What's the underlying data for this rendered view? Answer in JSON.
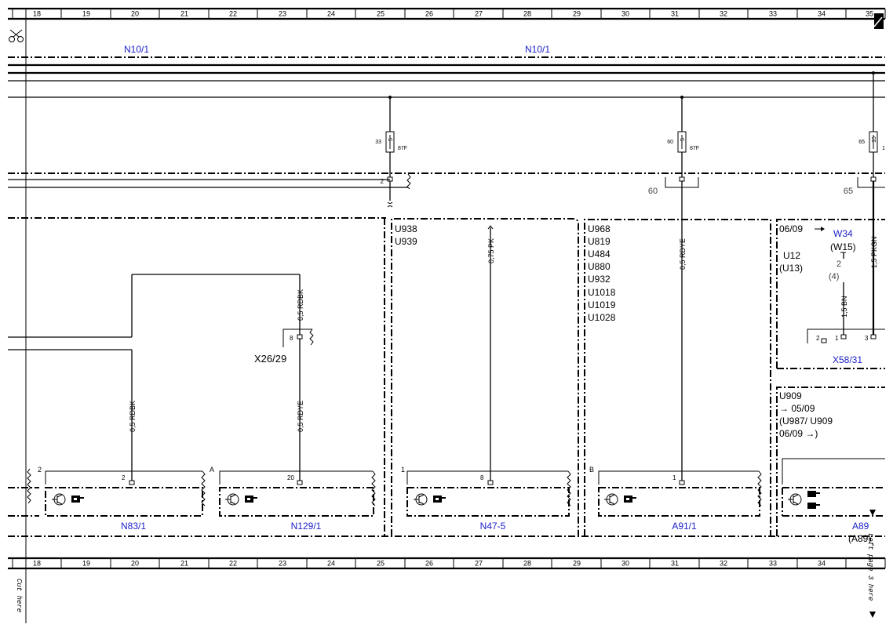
{
  "ruler": {
    "columns": [
      "18",
      "19",
      "20",
      "21",
      "22",
      "23",
      "24",
      "25",
      "26",
      "27",
      "28",
      "29",
      "30",
      "31",
      "32",
      "33",
      "34",
      "35"
    ]
  },
  "margin": {
    "cut_here_left": "Cut here",
    "cut_here_right": "Left page 3 here"
  },
  "bus_labels": {
    "left": "N10/1",
    "right": "N10/1"
  },
  "fuses": [
    {
      "num": "33",
      "rating": "5",
      "term": "87F"
    },
    {
      "num": "60",
      "rating": "5",
      "term": "87F"
    },
    {
      "num": "65",
      "rating": "15",
      "term": "1"
    }
  ],
  "splices": {
    "pin_2": "2",
    "ref_60": "60",
    "ref_65": "65"
  },
  "codes": {
    "left": [
      "U938",
      "U939"
    ],
    "middle": [
      "U968",
      "U819",
      "U484",
      "U880",
      "U932",
      "U1018",
      "U1019",
      "U1028"
    ],
    "right_top": {
      "date": "06/09",
      "w": "W34",
      "w_alt": "(W15)",
      "u": "U12",
      "u_alt": "(U13)",
      "pin": "2",
      "pin_alt": "(4)"
    },
    "right_bottom": [
      "U909",
      "→ 05/09",
      "(U987/ U909",
      "06/09 →)"
    ]
  },
  "wires": {
    "rdbk_upper": "0,5 RDBK",
    "rdbk_lower": "0,5 RDBK",
    "rdye_x26": "0,5 RDYE",
    "pk_075": "0,75 PK",
    "rdye_a91": "0,5 RDYE",
    "bn_15": "1,5 BN",
    "pkgn_15": "1,5 PKGN"
  },
  "connectors": {
    "x26": {
      "label": "X26/29",
      "pin": "8"
    },
    "x58": {
      "label": "X58/31",
      "pins": [
        "2",
        "1",
        "3"
      ]
    }
  },
  "modules": [
    {
      "label": "N83/1",
      "pin": "2",
      "corner": "2"
    },
    {
      "label": "N129/1",
      "pin": "20",
      "corner": "A"
    },
    {
      "label": "N47-5",
      "pin": "8",
      "corner": "1"
    },
    {
      "label": "A91/1",
      "pin": "1",
      "corner": "B"
    },
    {
      "label": "A89",
      "alt": "(A89)"
    }
  ]
}
